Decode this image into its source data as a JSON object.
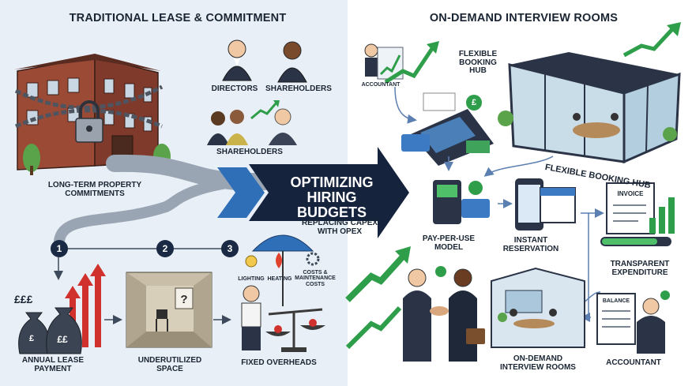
{
  "left": {
    "title": "TRADITIONAL LEASE & COMMITMENT",
    "labels": {
      "directors": "DIRECTORS",
      "shareholders_top": "SHAREHOLDERS",
      "shareholders_mid": "SHAREHOLDERS",
      "property": "LONG-TERM PROPERTY\nCOMMITMENTS",
      "annual_lease": "ANNUAL LEASE\nPAYMENT",
      "underutilized": "UNDERUTILIZED\nSPACE",
      "fixed_overheads": "FIXED OVERHEADS",
      "lighting": "LIGHTING",
      "heating": "HEATING",
      "costs": "COSTS & MAINTENANCE\nCOSTS",
      "pounds": "£££",
      "bag_pound": "£",
      "bag_pounds": "££"
    },
    "steps": [
      "1",
      "2",
      "3"
    ]
  },
  "center": {
    "arrow_title": "OPTIMIZING\nHIRING BUDGETS",
    "subtitle": "REPLACING CAPEX\nWITH OPEX"
  },
  "right": {
    "title": "ON-DEMAND INTERVIEW ROOMS",
    "labels": {
      "accountant_top": "ACCOUNTANT",
      "hub_small": "FLEXIBLE\nBOOKING\nHUB",
      "hub_banner": "FLEXIBLE BOOKING HUB",
      "pay_per_use": "PAY-PER-USE\nMODEL",
      "instant": "INSTANT\nRESERVATION",
      "transparent": "TRANSPARENT\nEXPENDITURE",
      "invoice": "INVOICE",
      "balance": "BALANCE",
      "rooms": "ON-DEMAND\nINTERVIEW ROOMS",
      "accountant_bottom": "ACCOUNTANT",
      "pound": "£"
    }
  },
  "colors": {
    "navy": "#1b2a44",
    "brick": "#9b4a36",
    "green": "#2f9e4a",
    "red": "#d0312d",
    "blue": "#2f6fb7",
    "left_bg": "#e9eff6"
  },
  "icons": [
    "building-chain-padlock-icon",
    "directors-icon",
    "shareholders-icon",
    "handshake-icon",
    "money-bags-icon",
    "empty-room-icon",
    "worried-man-icon",
    "umbrella-icon",
    "lightbulb-icon",
    "flame-icon",
    "gear-icon",
    "scales-icon",
    "accountant-icon",
    "card-terminal-icon",
    "glass-office-icon",
    "phone-calendar-icon",
    "invoice-icon",
    "green-arrow-icon",
    "meeting-room-icon",
    "balance-sheet-icon"
  ]
}
